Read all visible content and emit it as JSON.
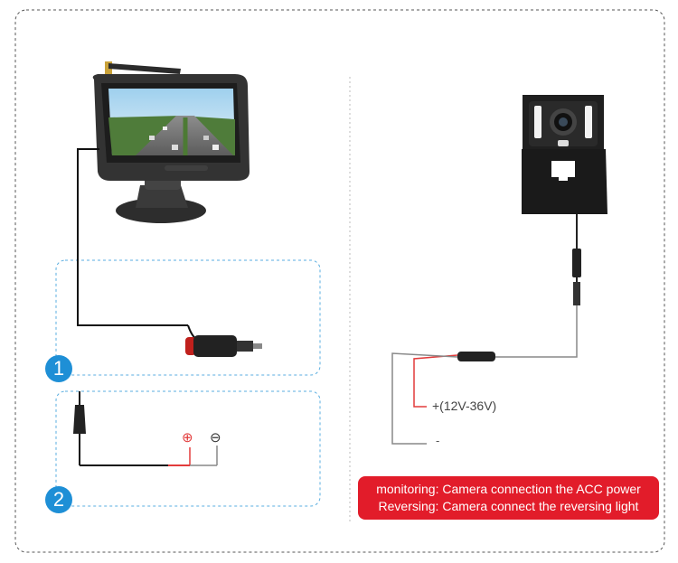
{
  "section_numbers": {
    "one": "1",
    "two": "2"
  },
  "plus_symbol": "⊕",
  "minus_symbol": "⊖",
  "voltage_label": "+(12V-36V)",
  "dash_mark": "-",
  "banner": {
    "line1": "monitoring: Camera connection the ACC power",
    "line2": "Reversing: Camera connect the reversing light"
  },
  "colors": {
    "accent_blue": "#1e8fd6",
    "banner_red": "#e21c2a",
    "wire_red": "#e23b3b",
    "wire_gray": "#888888"
  }
}
